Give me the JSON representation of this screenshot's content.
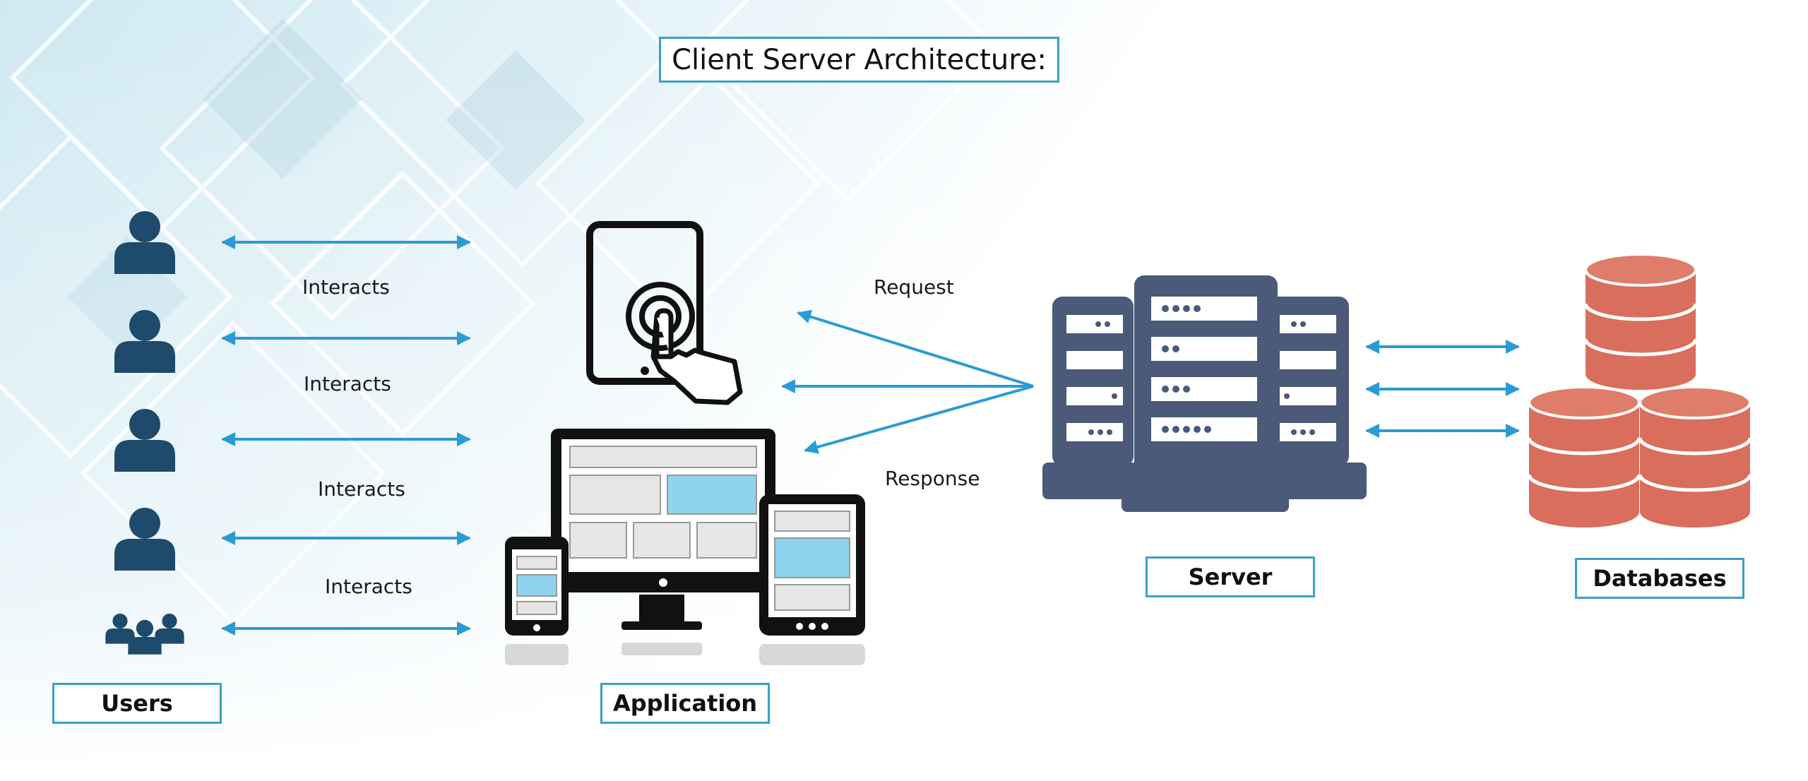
{
  "title": "Client Server Architecture:",
  "labels": {
    "users": "Users",
    "application": "Application",
    "server": "Server",
    "databases": "Databases"
  },
  "interactions": [
    "Interacts",
    "Interacts",
    "Interacts",
    "Interacts"
  ],
  "flows": {
    "request": "Request",
    "response": "Response"
  },
  "colors": {
    "arrow": "#2b9bd3",
    "user_icon": "#1e4a6b",
    "server": "#4a5a78",
    "database": "#d96e5c",
    "device_dark": "#111111",
    "screen_blue": "#8fd3ec",
    "label_border": "#3aa0c8"
  },
  "icons": [
    "user-icon",
    "user-group-icon",
    "tablet-touch-icon",
    "multi-device-icon",
    "server-rack-icon",
    "database-stack-icon"
  ]
}
